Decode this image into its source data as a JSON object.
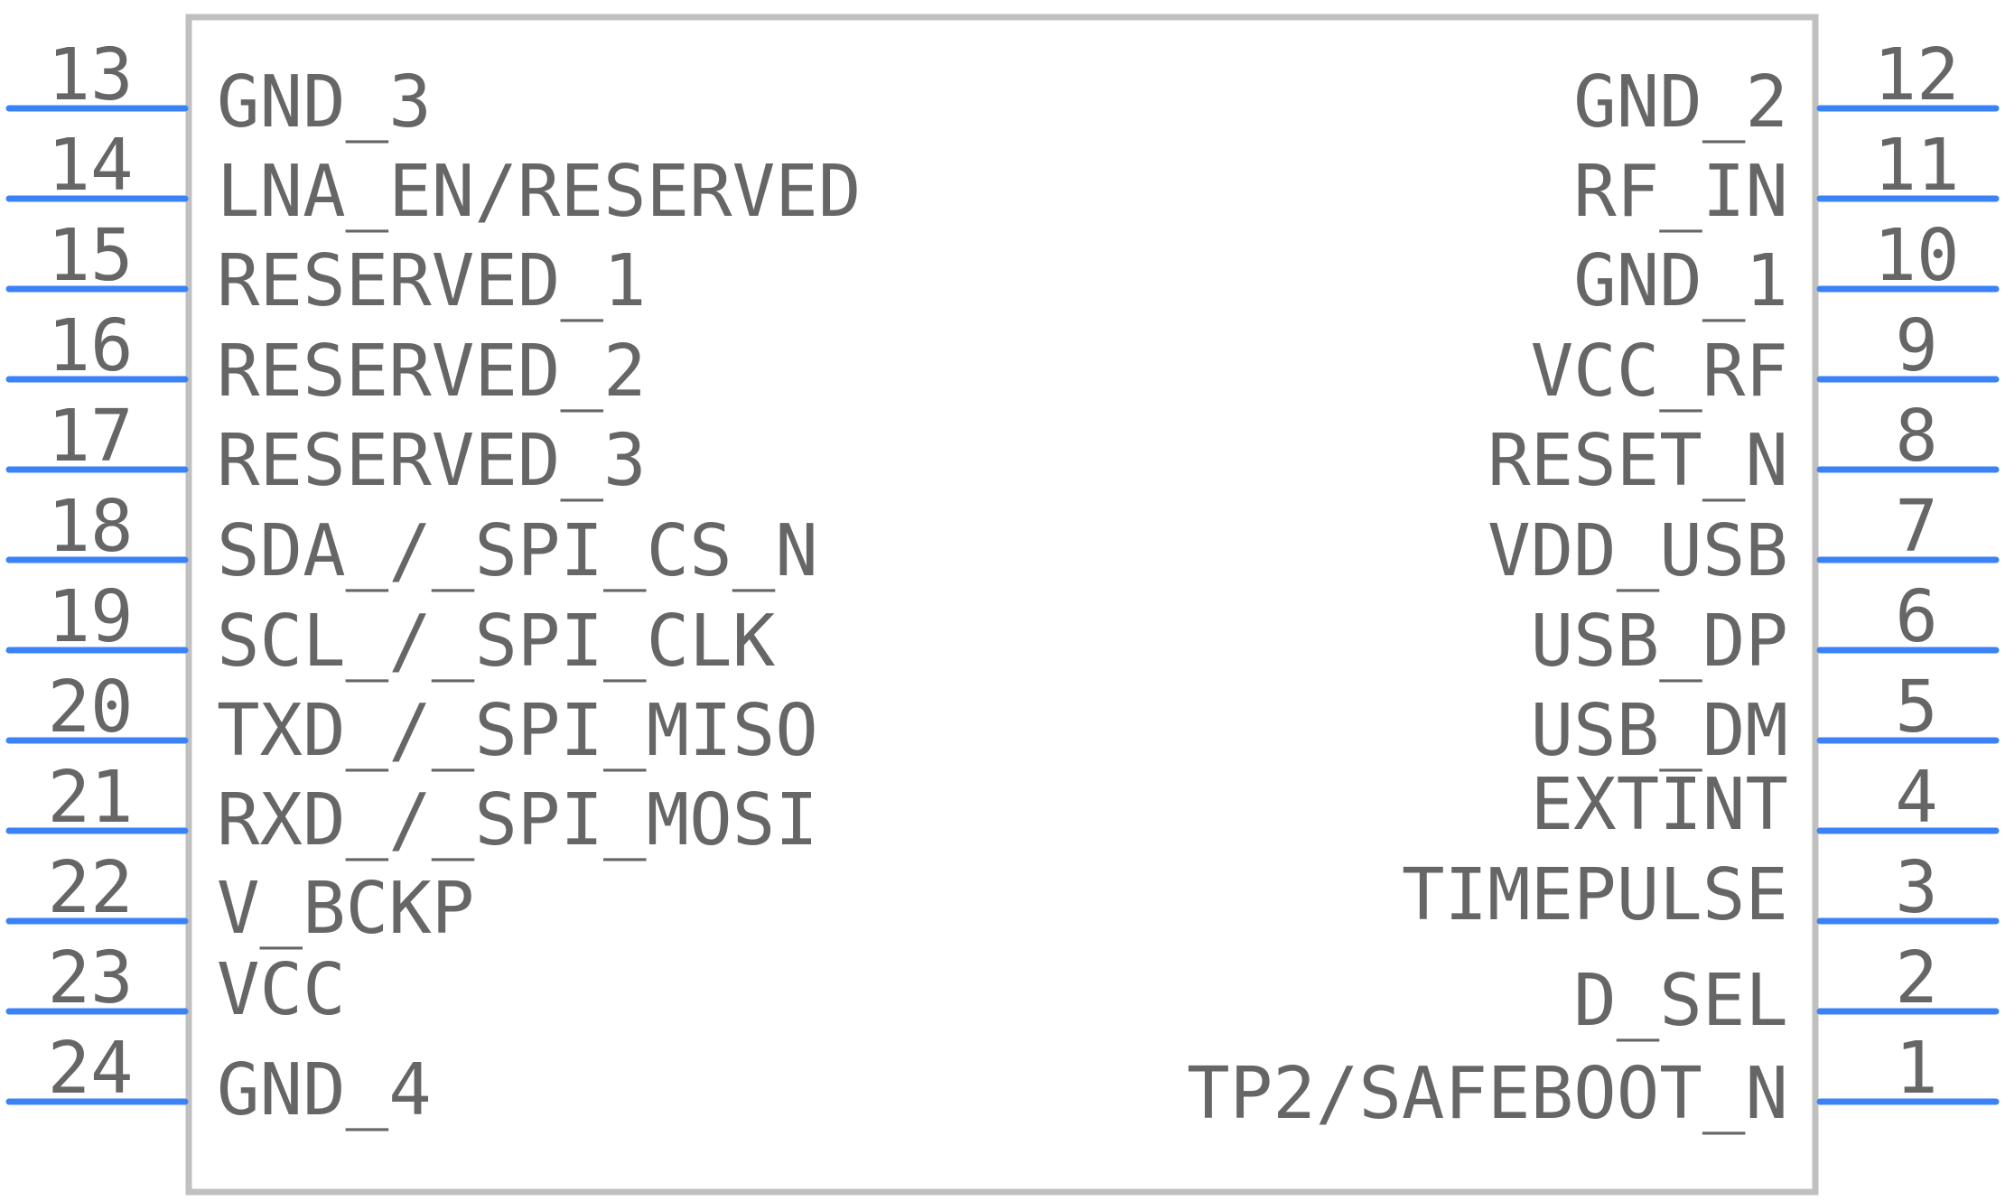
{
  "component": {
    "body_color": "#c0c0c0",
    "pin_color": "#3b82f6",
    "text_color": "#666666"
  },
  "pins": {
    "left": [
      {
        "number": "13",
        "label": "GND_3"
      },
      {
        "number": "14",
        "label": "LNA_EN/RESERVED"
      },
      {
        "number": "15",
        "label": "RESERVED_1"
      },
      {
        "number": "16",
        "label": "RESERVED_2"
      },
      {
        "number": "17",
        "label": "RESERVED_3"
      },
      {
        "number": "18",
        "label": "SDA_/_SPI_CS_N"
      },
      {
        "number": "19",
        "label": "SCL_/_SPI_CLK"
      },
      {
        "number": "20",
        "label": "TXD_/_SPI_MISO"
      },
      {
        "number": "21",
        "label": "RXD_/_SPI_MOSI"
      },
      {
        "number": "22",
        "label": "V_BCKP"
      },
      {
        "number": "23",
        "label": "VCC"
      },
      {
        "number": "24",
        "label": "GND_4"
      }
    ],
    "right": [
      {
        "number": "12",
        "label": "GND_2"
      },
      {
        "number": "11",
        "label": "RF_IN"
      },
      {
        "number": "10",
        "label": "GND_1"
      },
      {
        "number": "9",
        "label": "VCC_RF"
      },
      {
        "number": "8",
        "label": "RESET_N"
      },
      {
        "number": "7",
        "label": "VDD_USB"
      },
      {
        "number": "6",
        "label": "USB_DP"
      },
      {
        "number": "5",
        "label": "USB_DM"
      },
      {
        "number": "4",
        "label": "EXTINT"
      },
      {
        "number": "3",
        "label": "TIMEPULSE"
      },
      {
        "number": "2",
        "label": "D_SEL"
      },
      {
        "number": "1",
        "label": "TP2/SAFEBOOT_N"
      }
    ]
  }
}
